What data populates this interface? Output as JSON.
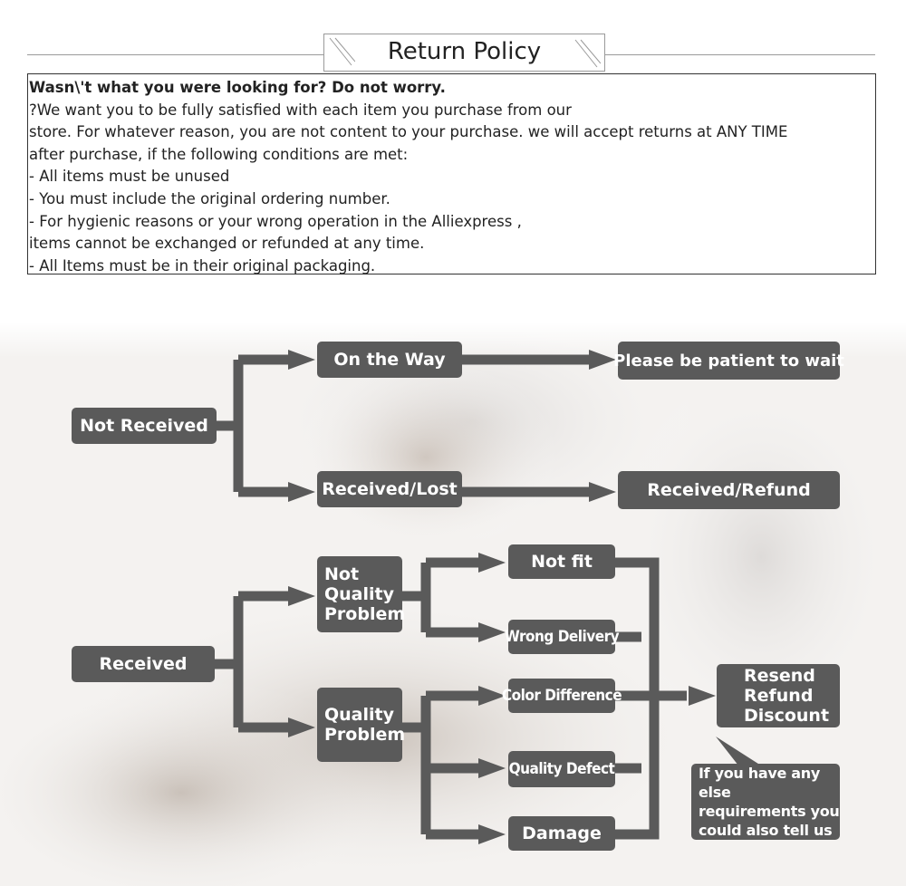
{
  "header": {
    "title": "Return Policy"
  },
  "policy": {
    "lines": [
      "Wasn\\'t what you were looking for? Do not worry.",
      "?We want you to be fully satisfied with each item you purchase from our",
      "store. For whatever reason, you are not content to your purchase. we will accept returns at ANY TIME",
      " after purchase, if the following conditions are met:",
      "- All items must be unused",
      "- You must include the original ordering number.",
      "- For hygienic reasons or your wrong operation in the Alliexpress ,",
      "items cannot be exchanged or refunded at any time.",
      "- All Items must be in their original packaging."
    ]
  },
  "flow": {
    "not_received": "Not Received",
    "on_the_way": "On the Way",
    "please_wait": "Please be patient to wait",
    "received_lost": "Received/Lost",
    "received_refund": "Received/Refund",
    "received": "Received",
    "not_quality_1": "Not",
    "not_quality_2": "Quality",
    "not_quality_3": "Problem",
    "quality_1": "Quality",
    "quality_2": "Problem",
    "not_fit": "Not fit",
    "wrong_delivery": "Wrong Delivery",
    "color_difference": "Color Difference",
    "quality_defect": "Quality Defect",
    "damage": "Damage",
    "resend": "Resend",
    "refund": "Refund",
    "discount": "Discount",
    "note_1": "If you have any else",
    "note_2": "requirements you",
    "note_3": "could also tell us"
  }
}
